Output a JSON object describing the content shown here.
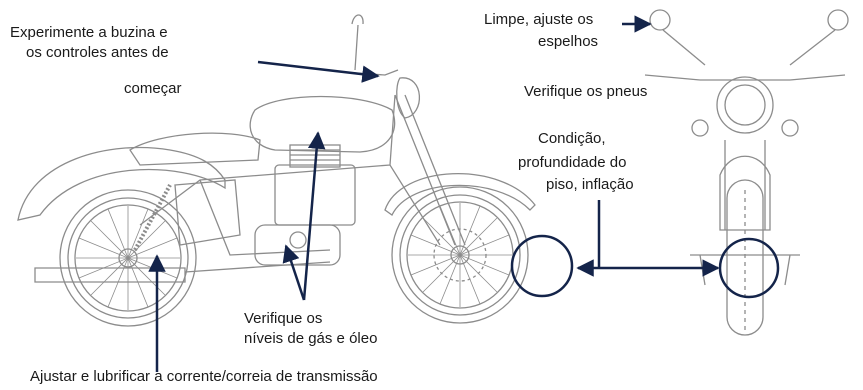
{
  "labels": {
    "horn_line1": "Experimente a buzina e",
    "horn_line2": "os controles antes de",
    "horn_line3": "começar",
    "mirror_line1": "Limpe, ajuste os",
    "mirror_line2": "espelhos",
    "tires_title": "Verifique os pneus",
    "tires_line1": "Condição,",
    "tires_line2": "profundidade do",
    "tires_line3": "piso, inflação",
    "fluids_line1": "Verifique os",
    "fluids_line2": "níveis de gás e óleo",
    "chain": "Ajustar e lubrificar a corrente/correia de transmissão"
  },
  "colors": {
    "arrow": "#14244a",
    "outline": "#8c8c8c",
    "text": "#1a1a1a"
  }
}
